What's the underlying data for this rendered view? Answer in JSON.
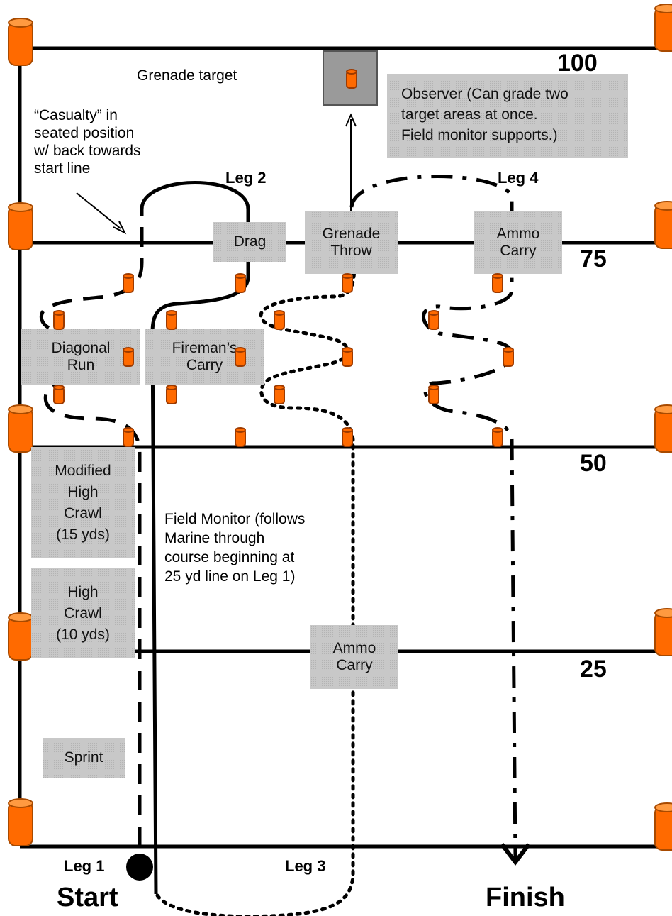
{
  "stations": {
    "drag": "Drag",
    "grenade_throw": "Grenade\nThrow",
    "ammo_carry_top": "Ammo\nCarry",
    "diagonal_run": "Diagonal\nRun",
    "firemans_carry": "Fireman’s\nCarry",
    "modified_high_crawl": "Modified\nHigh\nCrawl\n(15 yds)",
    "high_crawl": "High\nCrawl\n(10 yds)",
    "ammo_carry_bottom": "Ammo\nCarry",
    "sprint": "Sprint"
  },
  "notes": {
    "grenade_target": "Grenade target",
    "casualty": "“Casualty” in\nseated position\nw/ back towards\nstart line",
    "observer": "Observer (Can grade two\ntarget areas at once.\nField monitor supports.)",
    "field_monitor": "Field Monitor (follows\nMarine through\ncourse beginning at\n25 yd line on Leg 1)"
  },
  "yard_lines": {
    "y100": "100",
    "y75": "75",
    "y50": "50",
    "y25": "25"
  },
  "legs": {
    "leg1": "Leg 1",
    "leg2": "Leg 2",
    "leg3": "Leg 3",
    "leg4": "Leg 4"
  },
  "labels": {
    "start": "Start",
    "finish": "Finish"
  },
  "colors": {
    "cone": "#ff6a00",
    "cone_dark": "#9c3a00",
    "line": "#000000",
    "station_bg": "#c8c8c8"
  }
}
